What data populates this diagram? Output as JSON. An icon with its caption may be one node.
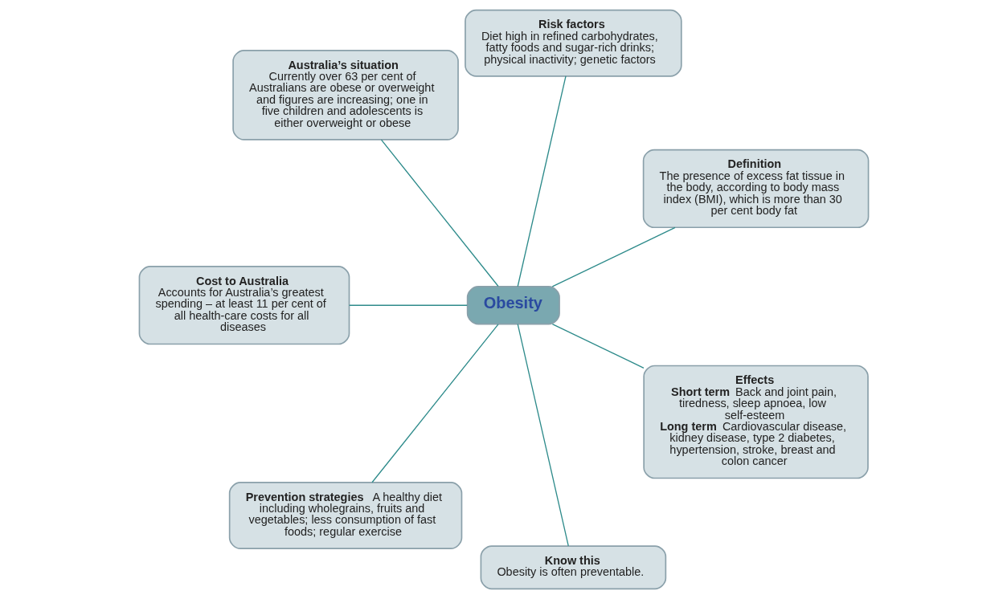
{
  "diagram": {
    "nodes": [
      {
        "text": [
          "Definition",
          "The presence of excess fat tissue in the body, according to body mass index (BMI), which is more than 30 per cent body fat"
        ]
      },
      {
        "text": [
          "Risk factors",
          "Diet high in refined carbohydrates, fatty foods and sugar-rich drinks; physical inactivity; genetic factors"
        ]
      },
      {
        "text": [
          "Australia’s situation",
          "Currently over 63 per cent of Australians are obese or overweight and figures are increasing; one in five children and adolescents is either overweight or obese"
        ]
      },
      {
        "text": [
          "Cost to Australia",
          "Accounts for Australia’s greatest spending – at least 11 per cent of all health-care costs for all diseases"
        ]
      },
      {
        "text": [
          "Obesity"
        ]
      },
      {
        "text": [
          "**Prevention strategies** A healthy diet including wholegrains, fruits and vegetables; less consumption of fast foods; regular exercise"
        ]
      },
      {
        "text": [
          "Know this",
          "Obesity is often preventable."
        ]
      },
      {
        "text": [
          "Effects",
          "**Short term** Back and joint pain, tiredness, sleep apnoea, low self-esteem",
          "**Long term** Cardiovascular disease, kidney disease, type 2 diabetes, hypertension, stroke, breast and colon cancer"
        ]
      }
    ],
    "edges": [
      {
        "from": 4,
        "to": 0,
        "arrow": "none"
      },
      {
        "from": 4,
        "to": 1,
        "arrow": "none"
      },
      {
        "from": 4,
        "to": 2,
        "arrow": "none"
      },
      {
        "from": 4,
        "to": 3,
        "arrow": "none"
      },
      {
        "from": 4,
        "to": 5,
        "arrow": "none"
      },
      {
        "from": 4,
        "to": 6,
        "arrow": "none"
      },
      {
        "from": 4,
        "to": 7,
        "arrow": "none"
      }
    ]
  }
}
